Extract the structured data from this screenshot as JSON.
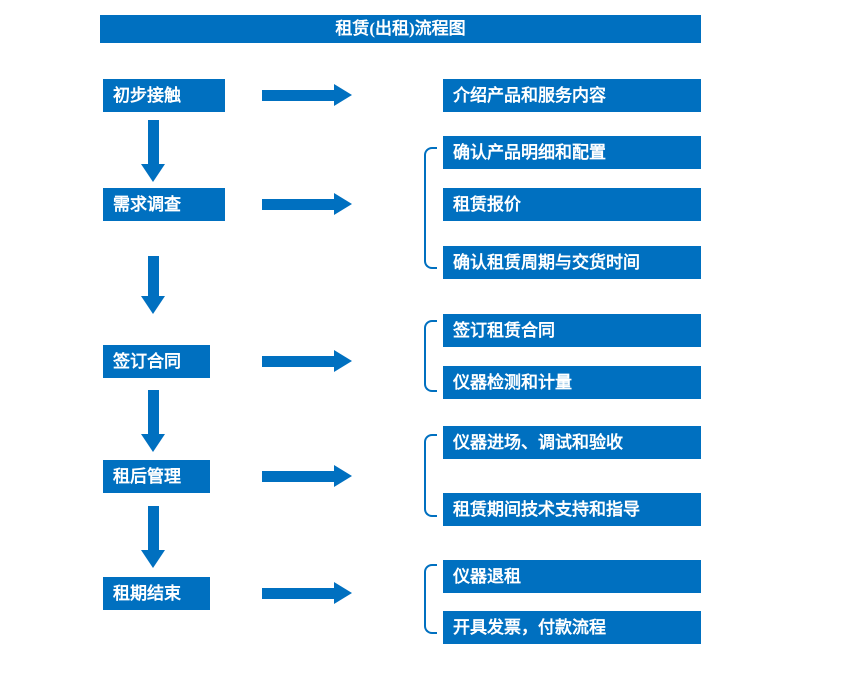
{
  "title": "租赁(出租)流程图",
  "colors": {
    "primary": "#0070C0",
    "box_text": "#FFFFFF",
    "background": "#FFFFFF"
  },
  "stages": [
    {
      "label": "初步接触",
      "outputs": [
        "介绍产品和服务内容"
      ]
    },
    {
      "label": "需求调查",
      "outputs": [
        "确认产品明细和配置",
        "租赁报价",
        "确认租赁周期与交货时间"
      ]
    },
    {
      "label": "签订合同",
      "outputs": [
        "签订租赁合同",
        "仪器检测和计量"
      ]
    },
    {
      "label": "租后管理",
      "outputs": [
        "仪器进场、调试和验收",
        "租赁期间技术支持和指导"
      ]
    },
    {
      "label": "租期结束",
      "outputs": [
        "仪器退租",
        "开具发票，付款流程"
      ]
    }
  ]
}
